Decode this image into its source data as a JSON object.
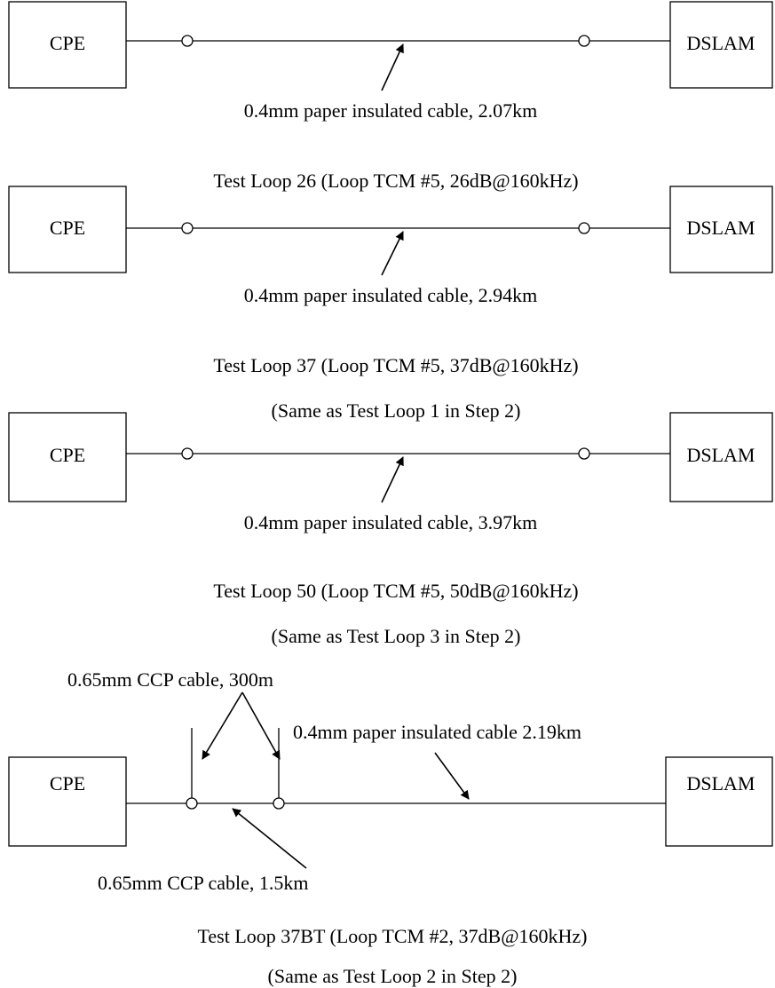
{
  "colors": {
    "line": "#000000",
    "background": "#ffffff"
  },
  "loop1": {
    "cpe_label": "CPE",
    "dslam_label": "DSLAM",
    "cable_label": "0.4mm paper insulated cable, 2.07km"
  },
  "loop2": {
    "caption": "Test Loop 26 (Loop TCM #5, 26dB@160kHz)",
    "cpe_label": "CPE",
    "dslam_label": "DSLAM",
    "cable_label": "0.4mm paper insulated cable, 2.94km"
  },
  "loop3": {
    "caption": "Test Loop 37 (Loop TCM #5, 37dB@160kHz)",
    "note": "(Same as Test Loop 1 in Step 2)",
    "cpe_label": "CPE",
    "dslam_label": "DSLAM",
    "cable_label": "0.4mm paper insulated cable, 3.97km"
  },
  "loop4": {
    "caption": "Test Loop 50 (Loop TCM #5, 50dB@160kHz)",
    "note": "(Same as Test Loop 3 in Step 2)",
    "bridge_tap_label": "0.65mm CCP cable, 300m",
    "main_cable_label": "0.4mm paper insulated cable 2.19km",
    "cpe_label": "CPE",
    "dslam_label": "DSLAM",
    "segment_label": "0.65mm CCP cable, 1.5km"
  },
  "footer": {
    "caption": "Test Loop 37BT (Loop TCM #2, 37dB@160kHz)",
    "note": "(Same as Test Loop 2 in Step 2)"
  }
}
